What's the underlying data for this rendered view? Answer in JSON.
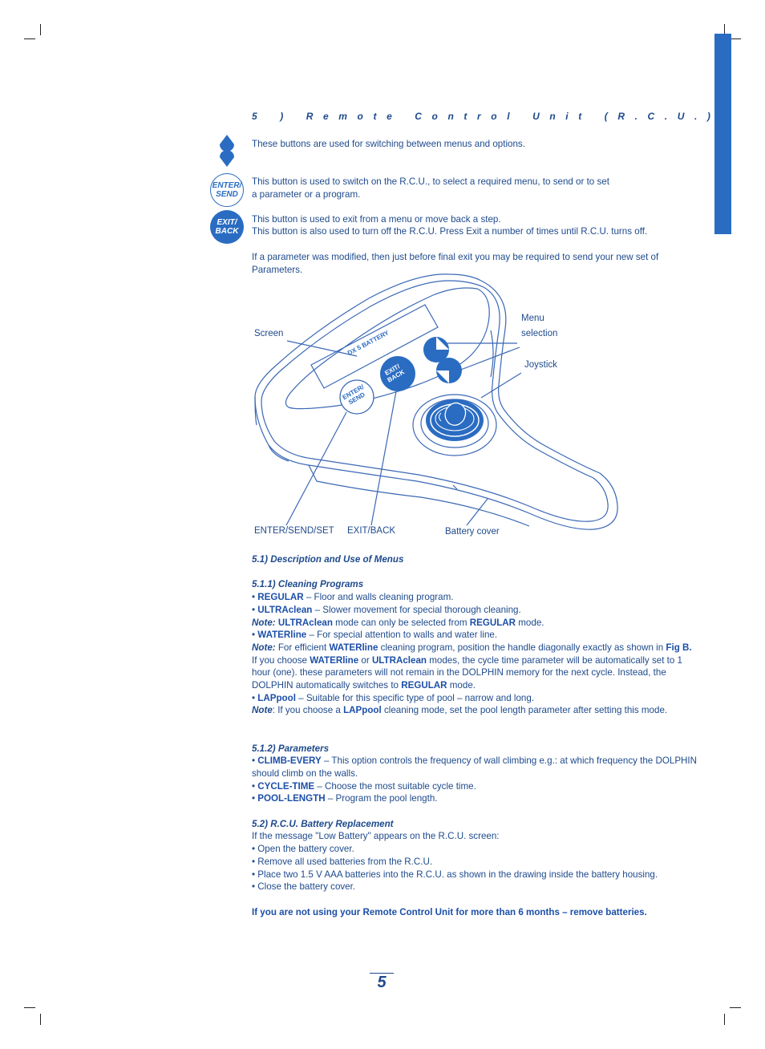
{
  "section_title": "5 ) Remote Control Unit (R.C.U.)",
  "buttons": {
    "arrows_desc": "These buttons are used for switching between menus and options.",
    "enter_label_1": "ENTER/",
    "enter_label_2": "SEND",
    "enter_desc": "This button is used to switch on the R.C.U., to select a required menu, to send or to set a parameter or a program.",
    "exit_label_1": "EXIT/",
    "exit_label_2": "BACK",
    "exit_desc_1": "This button is used to exit from a menu or move back a step.",
    "exit_desc_2": "This button is also used to turn off the R.C.U. Press Exit a number of times until R.C.U. turns off.",
    "modified_note": "If a parameter was modified, then just before final exit you may be required to send your new set of Parameters."
  },
  "diagram": {
    "screen": "Screen",
    "menu_1": "Menu",
    "menu_2": "selection",
    "joystick": "Joystick",
    "enter_send_set": "ENTER/SEND/SET",
    "exit_back": "EXIT/BACK",
    "battery_cover": "Battery cover",
    "screen_text": "DX 5 BATTERY",
    "device_exit_1": "EXIT/",
    "device_exit_2": "BACK",
    "device_enter_1": "ENTER/",
    "device_enter_2": "SEND"
  },
  "menus": {
    "title": "5.1) Description and Use of Menus",
    "cleaning_title": "5.1.1) Cleaning Programs",
    "regular_name": "REGULAR",
    "regular_desc": " – Floor and walls cleaning program.",
    "ultra_name": "ULTRAclean",
    "ultra_desc": " – Slower movement for special thorough cleaning.",
    "note_label": "Note:",
    "note1_a": "ULTRAclean",
    "note1_b": " mode can only be selected from ",
    "note1_c": "REGULAR",
    "note1_d": " mode.",
    "waterline_name": "WATERline",
    "waterline_desc": " – For special attention to walls and water line.",
    "note2_a": " For efficient ",
    "note2_b": "WATERline",
    "note2_c": " cleaning program, position the handle diagonally exactly as shown in ",
    "note2_d": "Fig B.",
    "choose_a": "If you choose ",
    "choose_b": "WATERline",
    "choose_c": " or ",
    "choose_d": "ULTRAclean",
    "choose_e": " modes, the cycle time parameter will be automatically set to 1 hour (one). these parameters will not remain in the DOLPHIN memory for the next cycle. Instead, the DOLPHIN automatically switches to ",
    "choose_f": "REGULAR",
    "choose_g": " mode.",
    "lappool_name": "LAPpool",
    "lappool_desc": " – Suitable for this specific type of pool – narrow and long.",
    "note3_label": "Note",
    "note3_a": ": If you choose a ",
    "note3_b": "LAPpool",
    "note3_c": " cleaning mode, set the pool length parameter after setting this mode.",
    "params_title": "5.1.2) Parameters",
    "climb_name": "CLIMB-EVERY",
    "climb_desc": " – This option controls the frequency of wall climbing e.g.: at which frequency the DOLPHIN should climb on the walls.",
    "cycle_name": "CYCLE-TIME",
    "cycle_desc": " – Choose the most suitable cycle time.",
    "pool_name": "POOL-LENGTH",
    "pool_desc": " – Program the pool length.",
    "battery_title": "5.2) R.C.U. Battery Replacement",
    "battery_intro": "If the message \"Low Battery\" appears on the R.C.U. screen:",
    "battery_steps": [
      "• Open the battery cover.",
      "• Remove all used batteries from the R.C.U.",
      "• Place two 1.5 V AAA batteries into the R.C.U. as shown in the drawing inside the battery housing.",
      "• Close the battery cover."
    ],
    "warning": "If you are not using your Remote Control Unit for more than 6 months – remove batteries."
  },
  "page_number": "5",
  "colors": {
    "accent": "#2a6cc2",
    "text": "#1e4a8c"
  }
}
